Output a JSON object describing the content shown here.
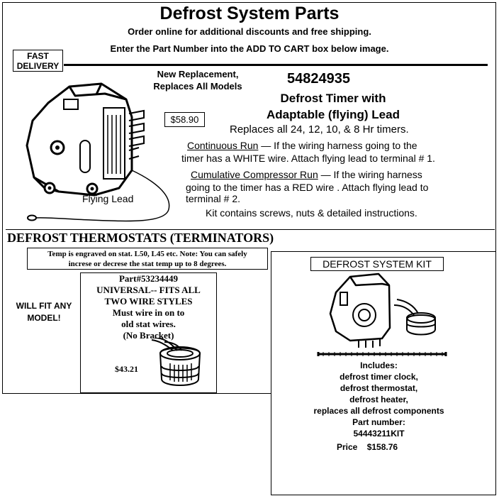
{
  "header": {
    "title": "Defrost System Parts",
    "line1": "Order online for additional discounts and free shipping.",
    "line2": "Enter the Part Number into the ADD TO CART box below image."
  },
  "badge": {
    "line1": "FAST",
    "line2": "DELIVERY"
  },
  "timer": {
    "new_line1": "New Replacement,",
    "new_line2": "Replaces All Models",
    "part_number": "54824935",
    "name_line1": "Defrost Timer with",
    "name_line2": "Adaptable (flying) Lead",
    "price": "$58.90",
    "replaces": "Replaces all 24, 12, 10, & 8 Hr timers.",
    "cont_label": "Continuous Run",
    "cont_rest": " —  If the wiring harness going to the",
    "cont_line2": "timer has a WHITE wire. Attach flying lead to terminal # 1.",
    "cum_label": "Cumulative Compressor Run",
    "cum_rest": " —  If the wiring harness",
    "cum_line2": "going to the timer has a  RED wire . Attach flying lead to",
    "cum_line3": "terminal # 2.",
    "kit_note": "Kit contains screws, nuts & detailed instructions.",
    "flying_lead": "Flying Lead"
  },
  "thermostats": {
    "heading": "DEFROST THERMOSTATS (TERMINATORS)",
    "note_line1": "Temp is engraved on stat. L50, L45 etc. Note: You can safely",
    "note_line2": "increse or decrese the stat temp up to 8 degrees.",
    "will_fit_line1": "WILL FIT ANY",
    "will_fit_line2": "MODEL!",
    "part": "Part#53234449",
    "line1": "UNIVERSAL-- FITS ALL",
    "line2": "TWO WIRE STYLES",
    "line3": "Must wire in on to",
    "line4": "old stat wires.",
    "line5": "(No Bracket)",
    "price": "$43.21"
  },
  "kit": {
    "title": "DEFROST SYSTEM KIT",
    "includes": "Includes:",
    "item1": "defrost timer clock,",
    "item2": "defrost thermostat,",
    "item3": "defrost heater,",
    "item4": "replaces all defrost components",
    "part_label": "Part number:",
    "part_number": "54443211KIT",
    "price_label": "Price",
    "price": "$158.76"
  }
}
